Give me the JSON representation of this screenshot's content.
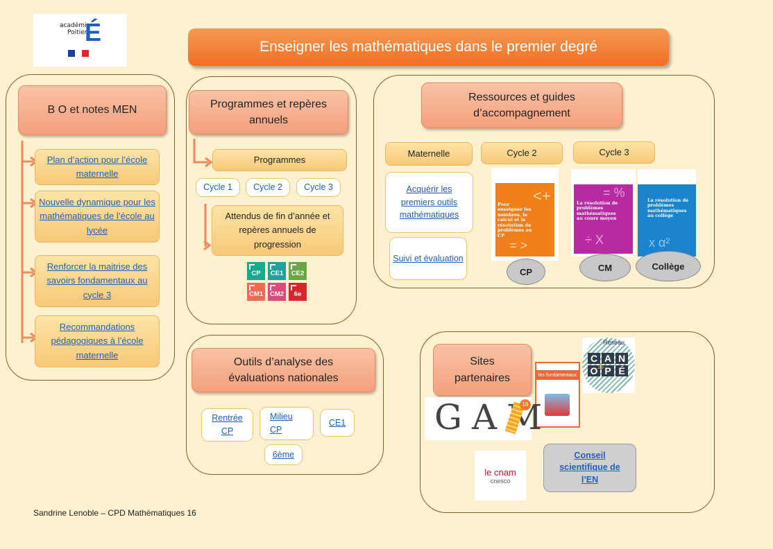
{
  "header": {
    "title": "Enseigner les mathématiques dans le premier degré",
    "logo_line1": "académie",
    "logo_line2": "Poitiers",
    "logo_letter": "É"
  },
  "bo_panel": {
    "heading": "B O et notes MEN",
    "links": [
      "Plan d’action pour l’école maternelle",
      "Nouvelle dynamique pour les mathématiques de l’école au lycée",
      "Renforcer la maitrise des savoirs  fondamentaux au cycle 3",
      "Recommandations pédagogiques à l’école maternelle"
    ]
  },
  "programmes_panel": {
    "heading": "Programmes et repères annuels",
    "programmes_label": "Programmes",
    "cycles": [
      "Cycle 1",
      "Cycle 2",
      "Cycle 3"
    ],
    "attendus": "Attendus de fin d’année et repères annuels de progression",
    "badges": [
      {
        "label": "CP",
        "color": "#1aa98c"
      },
      {
        "label": "CE1",
        "color": "#1fa39c"
      },
      {
        "label": "CE2",
        "color": "#6aa645"
      },
      {
        "label": "CM1",
        "color": "#ee6a54"
      },
      {
        "label": "CM2",
        "color": "#e0497a"
      },
      {
        "label": "6e",
        "color": "#d9262b"
      }
    ]
  },
  "ressources_panel": {
    "heading": "Ressources et guides d’accompagnement",
    "maternelle_label": "Maternelle",
    "maternelle_links": [
      "Acquérir les premiers outils mathématiques",
      "Suivi et évaluation"
    ],
    "cycle2_label": "Cycle 2",
    "cycle3_label": "Cycle 3",
    "book_cp": "Pour enseigner les nombres, le calcul et la résolution de problèmes au CP",
    "book_cm": "La résolution de problèmes mathématiques au cours moyen",
    "book_college": "La résolution de problèmes mathématiques au collège",
    "ovals": [
      "CP",
      "CM",
      "Collège"
    ]
  },
  "outils_panel": {
    "heading": "Outils d’analyse des évaluations nationales",
    "links": [
      "Rentrée CP",
      "Milieu CP",
      "CE1",
      "6ème"
    ]
  },
  "sites_panel": {
    "heading": "Sites partenaires",
    "canope_top": "Réseau",
    "canope_letters": [
      "C",
      "A",
      "N",
      "O",
      "P",
      "É"
    ],
    "canope_num": "16",
    "fondamentaux": "les fondamentaux",
    "gam_text": "GAM",
    "gam_num": "16",
    "cnam_line1": "le cnam",
    "cnam_line2": "cnesco",
    "conseil": "Conseil scientifique de l’EN"
  },
  "footer": "Sandrine Lenoble – CPD Mathématiques 16",
  "colors": {
    "background": "#fdf1cf",
    "title_orange": "#f07a2c",
    "link_blue": "#1f5fbf"
  }
}
